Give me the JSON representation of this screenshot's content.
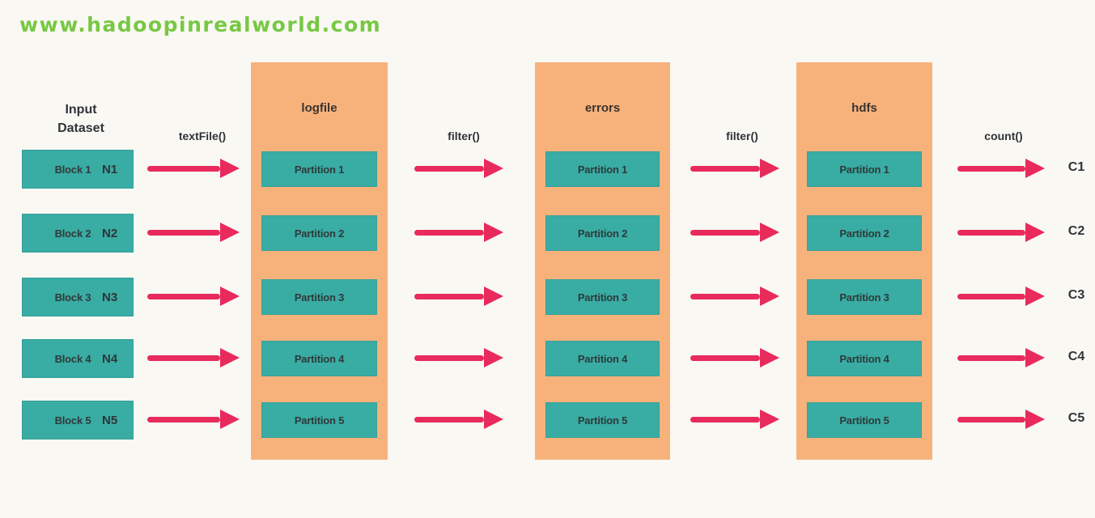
{
  "watermark": {
    "text": "www.hadoopinrealworld.com",
    "color": "#77C843"
  },
  "colors": {
    "background": "#FAF8F3",
    "rdd_column": "#F7B27C",
    "box_teal": "#39ACA4",
    "arrow_pink": "#E82A5C",
    "text_dark": "#2F3438",
    "watermark_green": "#77C843"
  },
  "input_dataset": {
    "title_line1": "Input",
    "title_line2": "Dataset",
    "blocks": [
      {
        "label": "Block 1",
        "node": "N1"
      },
      {
        "label": "Block 2",
        "node": "N2"
      },
      {
        "label": "Block 3",
        "node": "N3"
      },
      {
        "label": "Block 4",
        "node": "N4"
      },
      {
        "label": "Block 5",
        "node": "N5"
      }
    ]
  },
  "operations": [
    {
      "label": "textFile()"
    },
    {
      "label": "filter()"
    },
    {
      "label": "filter()"
    },
    {
      "label": "count()"
    }
  ],
  "rdds": [
    {
      "name": "logfile",
      "partitions": [
        "Partition 1",
        "Partition 2",
        "Partition 3",
        "Partition 4",
        "Partition 5"
      ]
    },
    {
      "name": "errors",
      "partitions": [
        "Partition 1",
        "Partition 2",
        "Partition 3",
        "Partition 4",
        "Partition 5"
      ]
    },
    {
      "name": "hdfs",
      "partitions": [
        "Partition 1",
        "Partition 2",
        "Partition 3",
        "Partition 4",
        "Partition 5"
      ]
    }
  ],
  "counts": [
    "C1",
    "C2",
    "C3",
    "C4",
    "C5"
  ]
}
